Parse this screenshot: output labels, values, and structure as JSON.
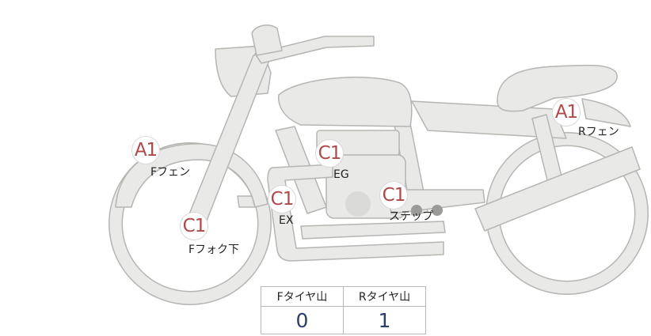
{
  "markers": [
    {
      "grade": "A1",
      "part": "Fフェン"
    },
    {
      "grade": "C1",
      "part": "Fフォク下"
    },
    {
      "grade": "C1",
      "part": "EX"
    },
    {
      "grade": "C1",
      "part": "EG"
    },
    {
      "grade": "C1",
      "part": "ステップ"
    },
    {
      "grade": "A1",
      "part": "Rフェン"
    }
  ],
  "tire_table": {
    "headers": [
      "Fタイヤ山",
      "Rタイヤ山"
    ],
    "values": [
      "0",
      "1"
    ]
  },
  "colors": {
    "bike_fill": "#e9e9e7",
    "bike_stroke": "#b5b5b2",
    "marker_text": "#b04848",
    "value_text": "#2c3e6a"
  }
}
